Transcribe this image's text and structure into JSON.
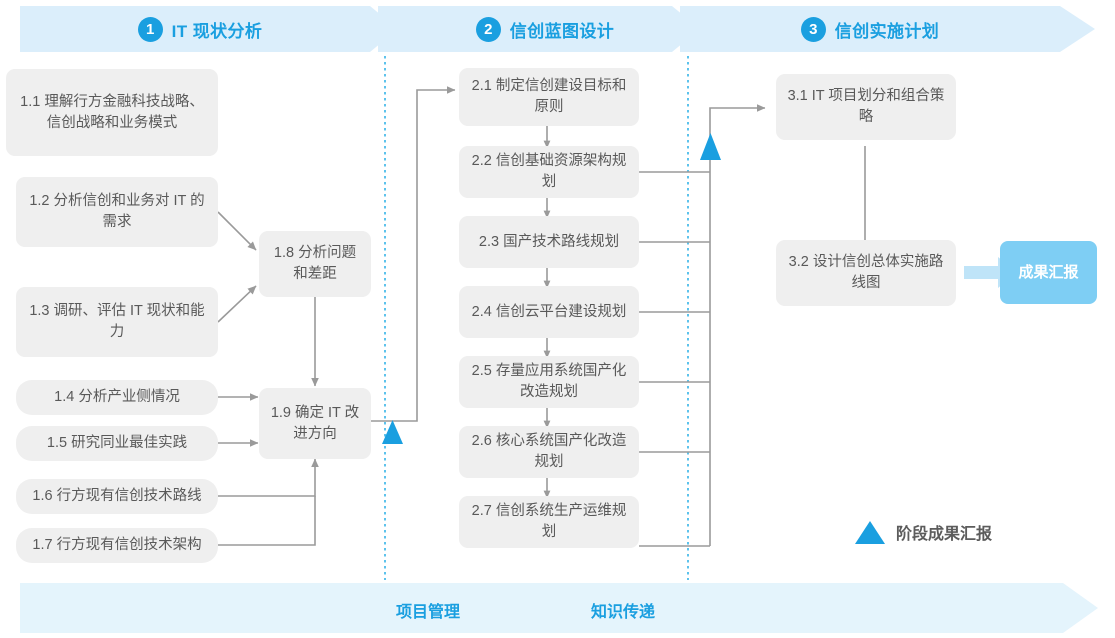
{
  "colors": {
    "accent": "#1a9fe0",
    "band": "#dbeefb",
    "footer_band": "#e4f4fc",
    "node_bg": "#efefef",
    "node_text": "#595959",
    "connector": "#9a9a9a",
    "deliverable_bg": "#7ecef4",
    "divider": "#35b4e8"
  },
  "phases": [
    {
      "number": "1",
      "title": "IT 现状分析"
    },
    {
      "number": "2",
      "title": "信创蓝图设计"
    },
    {
      "number": "3",
      "title": "信创实施计划"
    }
  ],
  "phase1_nodes": [
    {
      "id": "1.1",
      "label": "1.1 理解行方金融科技战略、信创战略和业务模式"
    },
    {
      "id": "1.2",
      "label": "1.2 分析信创和业务对 IT 的需求"
    },
    {
      "id": "1.3",
      "label": "1.3 调研、评估 IT 现状和能力"
    },
    {
      "id": "1.4",
      "label": "1.4 分析产业侧情况"
    },
    {
      "id": "1.5",
      "label": "1.5 研究同业最佳实践"
    },
    {
      "id": "1.6",
      "label": "1.6 行方现有信创技术路线"
    },
    {
      "id": "1.7",
      "label": "1.7 行方现有信创技术架构"
    },
    {
      "id": "1.8",
      "label": "1.8 分析问题和差距"
    },
    {
      "id": "1.9",
      "label": "1.9 确定 IT 改进方向"
    }
  ],
  "phase2_nodes": [
    {
      "id": "2.1",
      "label": "2.1 制定信创建设目标和原则"
    },
    {
      "id": "2.2",
      "label": "2.2 信创基础资源架构规划"
    },
    {
      "id": "2.3",
      "label": "2.3 国产技术路线规划"
    },
    {
      "id": "2.4",
      "label": "2.4 信创云平台建设规划"
    },
    {
      "id": "2.5",
      "label": "2.5 存量应用系统国产化改造规划"
    },
    {
      "id": "2.6",
      "label": "2.6 核心系统国产化改造规划"
    },
    {
      "id": "2.7",
      "label": "2.7 信创系统生产运维规划"
    }
  ],
  "phase3_nodes": [
    {
      "id": "3.1",
      "label": "3.1 IT 项目划分和组合策略"
    },
    {
      "id": "3.2",
      "label": "3.2 设计信创总体实施路线图"
    }
  ],
  "deliverable": {
    "label": "成果汇报"
  },
  "legend": {
    "icon": "triangle-marker-icon",
    "label": "阶段成果汇报"
  },
  "footer_bands": [
    {
      "label": "项目管理"
    },
    {
      "label": "知识传递"
    }
  ]
}
